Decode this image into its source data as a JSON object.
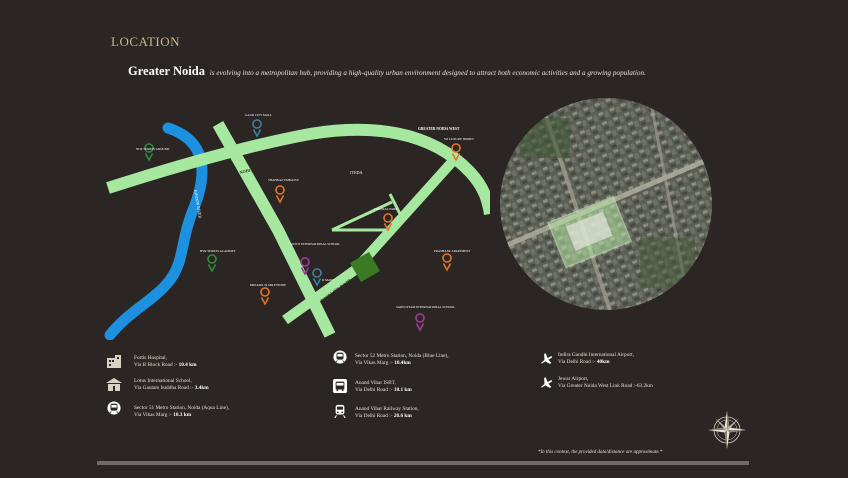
{
  "heading": "LOCATION",
  "intro": {
    "lead": "Greater Noida",
    "text": "is evolving into a metropolitan hub, providing a high-quality urban environment designed to attract both economic activities and a growing population."
  },
  "map": {
    "roads": [
      "NOIDA & GREATER NOIDA LINK ROAD",
      "GREATER NOIDA W RD",
      "EAST LINK ROAD",
      "CANAL ROAD"
    ],
    "river": "HINDON RIVER",
    "area": "ITEDA",
    "places": [
      {
        "name": "NCR SPORTS GROUND",
        "color": "#2e8b3a"
      },
      {
        "name": "GAUR CITY MALL",
        "color": "#3e7fa6"
      },
      {
        "name": "GREATER NOIDA WEST",
        "color": "#ffffff"
      },
      {
        "name": "SO LUXURY HOMES",
        "color": "#e0742a"
      },
      {
        "name": "SHAHNAZ EMBASSY",
        "color": "#e0742a"
      },
      {
        "name": "CENTRAL PARK",
        "color": "#e0742a"
      },
      {
        "name": "PRASHANT APARTMENT",
        "color": "#e0742a"
      },
      {
        "name": "BVR SPORTS ACADEMY",
        "color": "#2e8b3a"
      },
      {
        "name": "LOTUS INTERNATIONAL SCHOOL",
        "color": "#a03a9a"
      },
      {
        "name": "D MART",
        "color": "#3e7fa6"
      },
      {
        "name": "DREAMS 19 MILESTONE",
        "color": "#e0742a"
      },
      {
        "name": "SARVOTTAM INTERNATIONAL SCHOOL",
        "color": "#a03a9a"
      }
    ]
  },
  "connectivity": [
    {
      "icon": "hospital-icon",
      "line1": "Fortis Hospital,",
      "line2": "Via B Block Road :-",
      "dist": "10.4 km"
    },
    {
      "icon": "school-icon",
      "line1": "Lotus International School,",
      "line2": "Via Gautam buddha Road :-",
      "dist": "3.4km"
    },
    {
      "icon": "metro-icon",
      "line1": "Sector 51 Metro Station, Noida (Aqua Line),",
      "line2": "Via Vikas Marg :-",
      "dist": "10.3 km"
    },
    {
      "icon": "metro-icon",
      "line1": "Sector 52 Metro Station, Noida (Blue Line),",
      "line2": "Via Vikas Marg :-",
      "dist": "10.4km"
    },
    {
      "icon": "bus-icon",
      "line1": "Anand Vihar ISBT,",
      "line2": "Via Delhi Road :-",
      "dist": "18.1 km"
    },
    {
      "icon": "train-icon",
      "line1": "Anand Vihar Railway Station,",
      "line2": "Via Delhi Road :-",
      "dist": "20.6 km"
    },
    {
      "icon": "airplane-icon",
      "line1": "Indira Gandhi International Airport,",
      "line2": "Via Delhi Road :-",
      "dist": "40km"
    },
    {
      "icon": "airplane-icon",
      "line1": "Jewar Airport,",
      "line2": "Via Greater Noida West Link Road :-63.2km",
      "dist": ""
    }
  ],
  "note": "*In this context, the provided data/distance are approximate.*",
  "colors": {
    "background": "#2b2623",
    "road": "#a6e8a0",
    "river": "#1e90e0",
    "heading": "#c9b98a"
  }
}
